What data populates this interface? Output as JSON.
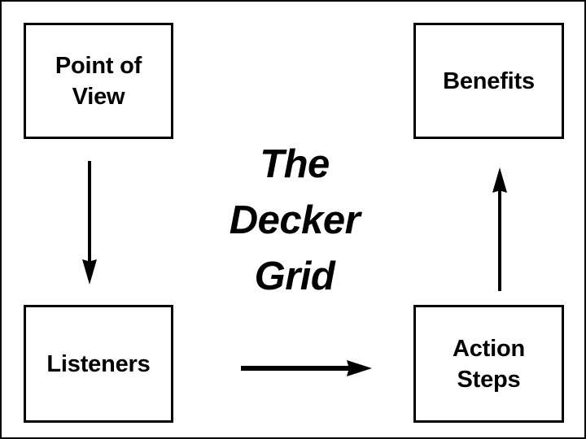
{
  "slide": {
    "title": "The Decker Grid",
    "center_title_lines": "The\nDecker\nGrid",
    "background_color": "#ffffff",
    "stroke_color": "#000000"
  },
  "boxes": [
    {
      "id": "point-of-view",
      "label": "Point of\nView",
      "position": "top-left"
    },
    {
      "id": "benefits",
      "label": "Benefits",
      "position": "top-right"
    },
    {
      "id": "listeners",
      "label": "Listeners",
      "position": "bottom-left"
    },
    {
      "id": "action-steps",
      "label": "Action\nSteps",
      "position": "bottom-right"
    }
  ],
  "arrows": [
    {
      "id": "point-of-view-to-listeners",
      "direction": "down",
      "from": "Point of View",
      "to": "Listeners"
    },
    {
      "id": "action-steps-to-benefits",
      "direction": "up",
      "from": "Action Steps",
      "to": "Benefits"
    },
    {
      "id": "listeners-to-action-steps",
      "direction": "right",
      "from": "Listeners",
      "to": "Action Steps"
    }
  ]
}
